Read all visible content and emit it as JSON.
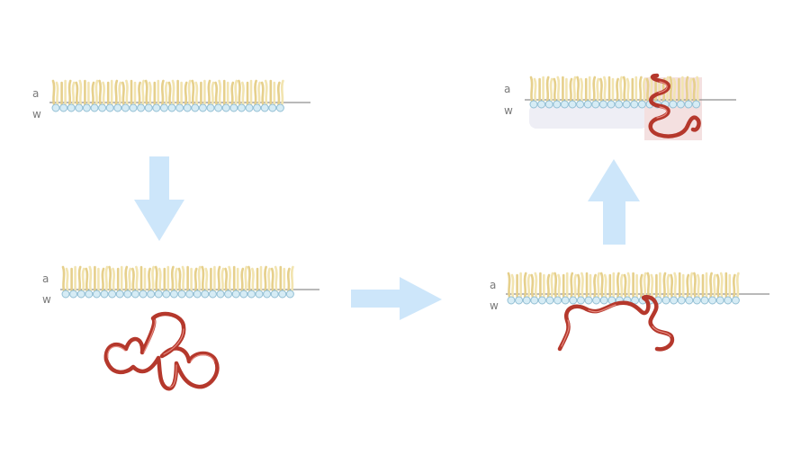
{
  "labels": {
    "air": "a",
    "water": "w"
  },
  "colors": {
    "tail": "#e6d08c",
    "tail_light": "#f2e4b0",
    "head_fill": "#d6ecf5",
    "head_stroke": "#93bfd4",
    "interface_line": "#8f8f8f",
    "protein": "#b5382c",
    "protein_highlight": "#e68a80",
    "arrow": "#cde6fa",
    "shade": "#eeeef5",
    "helix_shade": "#f4e0e0",
    "label_text": "#7a7a7a"
  },
  "panels": [
    {
      "id": "panel-1-bare-membrane",
      "protein_state": "none"
    },
    {
      "id": "panel-2-folded-protein-below",
      "protein_state": "folded-coil"
    },
    {
      "id": "panel-3-unfolded-protein-adsorbed",
      "protein_state": "unfolded-at-interface"
    },
    {
      "id": "panel-4-helix-inserted",
      "protein_state": "helix-inserted"
    }
  ],
  "arrows": [
    {
      "id": "step-1-to-2",
      "direction": "down"
    },
    {
      "id": "step-2-to-3",
      "direction": "right"
    },
    {
      "id": "step-3-to-4",
      "direction": "up"
    }
  ],
  "icons": {
    "arrow_down": "arrow-down-icon",
    "arrow_right": "arrow-right-icon",
    "arrow_up": "arrow-up-icon"
  }
}
